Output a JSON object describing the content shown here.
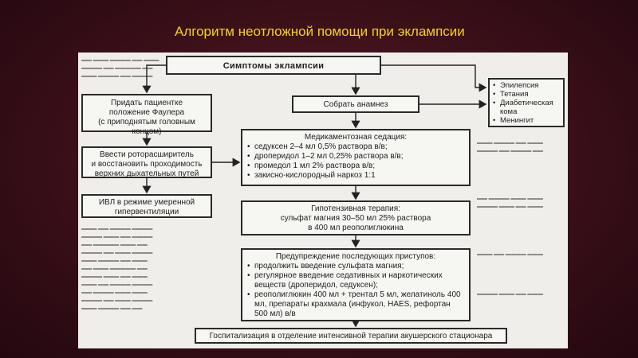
{
  "slide": {
    "title": "Алгоритм неотложной помощи при эклампсии"
  },
  "flowchart": {
    "symptoms": "Симптомы эклампсии",
    "fowler": [
      "Придать пациентке",
      "положение Фаулера",
      "(с приподнятым головным",
      "концом)"
    ],
    "anamnesis": "Собрать анамнез",
    "differential": [
      "Эпилепсия",
      "Тетания",
      "Диабетическая кома",
      "Менингит"
    ],
    "airway": [
      "Ввести роторасширитель",
      "и восстановить проходимость",
      "верхних дыхательных путей"
    ],
    "ventilation": [
      "ИВЛ в режиме умеренной",
      "гипервентиляции"
    ],
    "sedation": {
      "title": "Медикаментозная седация:",
      "items": [
        "седуксен 2–4 мл 0,5% раствора в/в;",
        "дроперидол 1–2 мл 0,25% раствора в/в;",
        "промедол 1 мл 2% раствора в/в;",
        "закисно-кислородный наркоз 1:1"
      ]
    },
    "hypotensive": {
      "title": "Гипотензивная терапия:",
      "lines": [
        "сульфат магния 30–50 мл 25% раствора",
        "в 400 мл реополиглюкина"
      ]
    },
    "prevention": {
      "title": "Предупреждение последующих приступов:",
      "items": [
        "продолжить введение сульфата магния;",
        "регулярное введение седативных и наркотических веществ (дроперидол, седуксен);",
        "реополиглюкин 400 мл + трентал 5 мл, желатиноль 400 мл, препараты крахмала (инфукол, HAES, рефортан 500 мл) в/в"
      ]
    },
    "hospitalization": "Госпитализация в отделение интенсивной терапии акушерского стационара"
  }
}
